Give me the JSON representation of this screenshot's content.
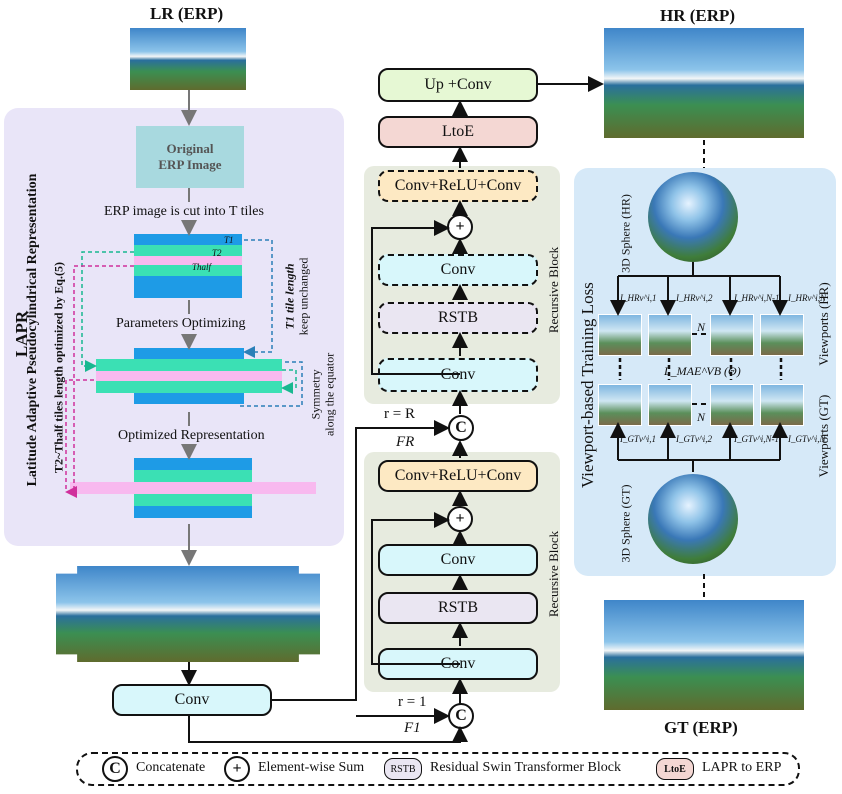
{
  "titles": {
    "lr": "LR (ERP)",
    "hr": "HR (ERP)",
    "gt": "GT (ERP)"
  },
  "lapr": {
    "original_image": "Original ERP Image",
    "cut_text": "ERP image is cut into T tiles",
    "t1": "T1",
    "t2": "T2",
    "thalf": "Thalf",
    "params_optimizing": "Parameters Optimizing",
    "optimized_repr": "Optimized Representation",
    "side_title": "LAPR",
    "side_sub": "Latitude Adaptive Pseudocylindrical Representation",
    "side_note": "T2~Thalf tiles length optimized by Eq.(5)",
    "t1_note_1": "T1 tile length",
    "t1_note_2": "keep unchanged",
    "sym_note_1": "Symmetry",
    "sym_note_2": "along the equator"
  },
  "network": {
    "conv_main": "Conv",
    "up_conv": "Up +Conv",
    "ltoe": "LtoE",
    "conv_relu_conv_top": "Conv+ReLU+Conv",
    "conv_relu_conv_bottom": "Conv+ReLU+Conv",
    "conv": "Conv",
    "rstb": "RSTB",
    "recursive_block": "Recursive Block",
    "r_r": "r = R",
    "r_1": "r = 1",
    "f_r": "FR",
    "f_1": "F1",
    "concat_symbol": "C",
    "sum_symbol": "+"
  },
  "viewport": {
    "sphere_hr": "3D Sphere (HR)",
    "sphere_gt": "3D Sphere (GT)",
    "loss_label": "Viewport-based Training Loss",
    "viewports_hr": "Viewports (HR)",
    "viewports_gt": "Viewports (GT)",
    "loss_formula": "L_MAE^VB (Θ)",
    "n_label": "N",
    "hr_labels": [
      "I_HRv^i,1",
      "I_HRv^i,2",
      "I_HRv^i,N-1",
      "I_HRv^i,N"
    ],
    "gt_labels": [
      "I_GTv^i,1",
      "I_GTv^i,2",
      "I_GTv^i,N-1",
      "I_GTv^i,N"
    ]
  },
  "legend": {
    "concatenate": "Concatenate",
    "sum": "Element-wise Sum",
    "rstb_badge": "RSTB",
    "rstb": "Residual Swin Transformer Block",
    "ltoe_badge": "LtoE",
    "ltoe": "LAPR to ERP"
  },
  "colors": {
    "tile_blue": "#1e9be6",
    "tile_green": "#3be0b4",
    "tile_pink": "#f8b9ef",
    "arrow_blue_dashed": "#2a7fb8",
    "arrow_green_dashed": "#18b890",
    "arrow_pink_dashed": "#d0309c"
  }
}
